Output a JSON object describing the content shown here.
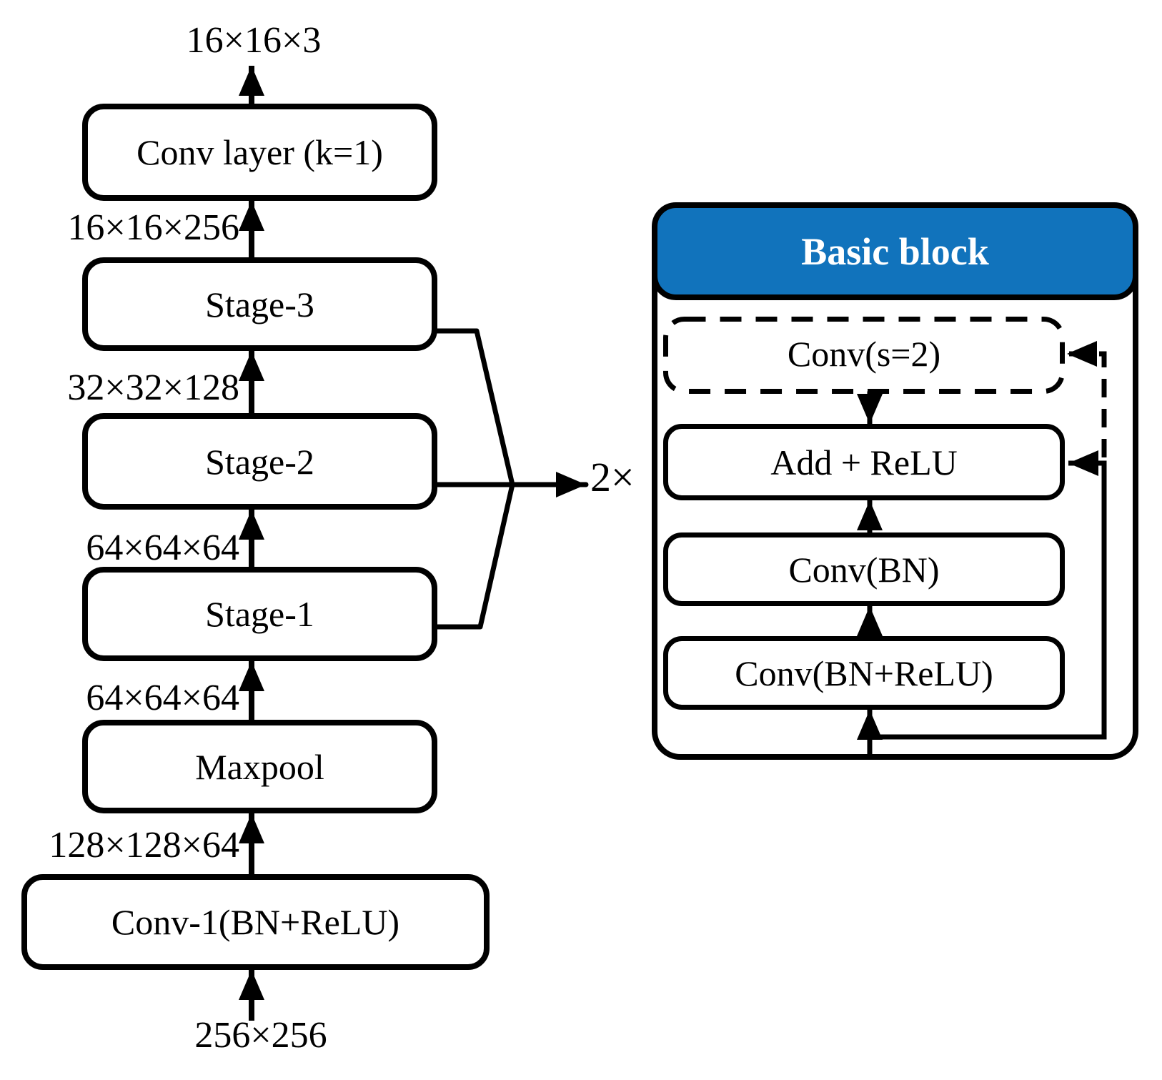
{
  "backbone": {
    "output_dim": "16×16×3",
    "input_dim": "256×256",
    "boxes": [
      "Conv layer (k=1)",
      "Stage-3",
      "Stage-2",
      "Stage-1",
      "Maxpool",
      "Conv-1(BN+ReLU)"
    ],
    "dims": [
      "16×16×256",
      "32×32×128",
      "64×64×64",
      "64×64×64",
      "128×128×64"
    ]
  },
  "repeat_label": "2×",
  "basic_block": {
    "title": "Basic block",
    "boxes": [
      "Conv(s=2)",
      "Add + ReLU",
      "Conv(BN)",
      "Conv(BN+ReLU)"
    ]
  },
  "colors": {
    "header_bg": "#1173BC",
    "header_text": "#FFFFFF",
    "line": "#000000"
  }
}
